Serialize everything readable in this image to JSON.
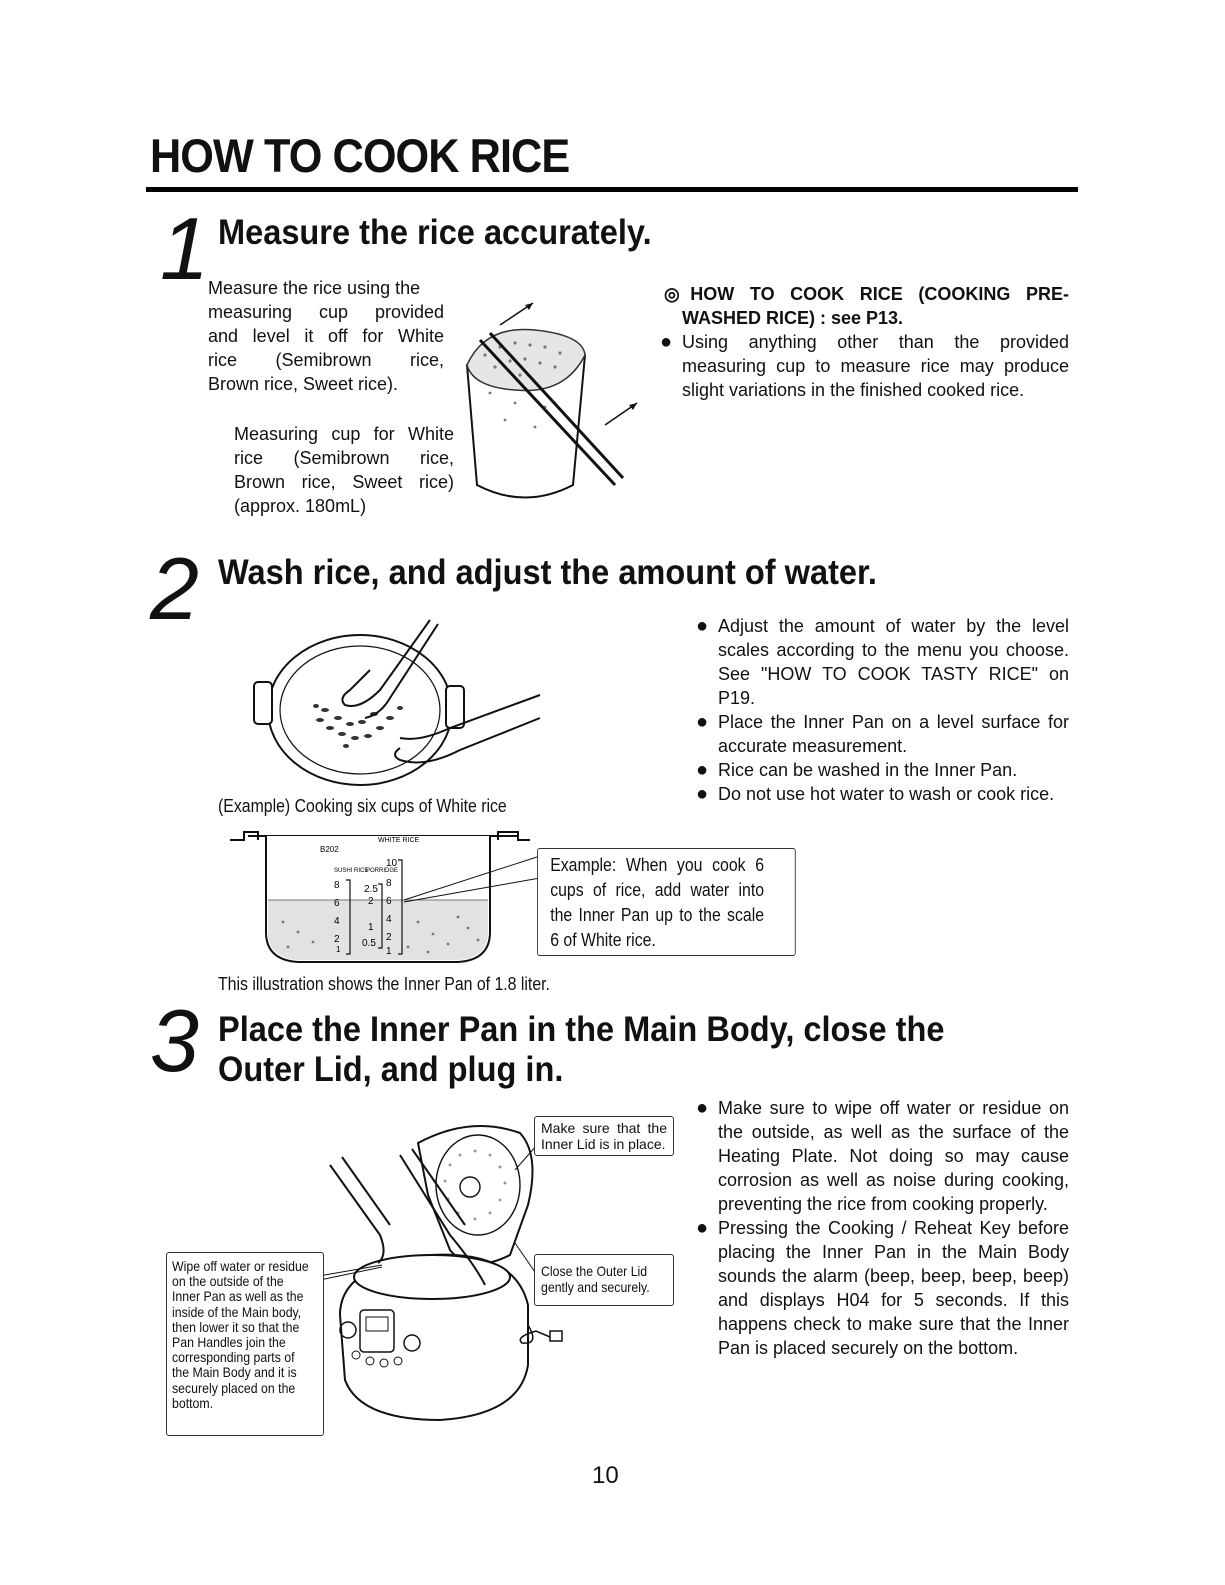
{
  "page_title": "HOW TO COOK RICE",
  "page_number": "10",
  "step1": {
    "number": "1",
    "heading": "Measure the rice accurately.",
    "text_lines": [
      "Measure the rice using the",
      "measuring cup provided",
      "and level it off for White",
      "rice (Semibrown rice,",
      "Brown rice, Sweet rice)."
    ],
    "cup_caption_lines": [
      "Measuring cup for White",
      "rice (Semibrown rice,",
      "Brown rice, Sweet rice)",
      "(approx. 180mL)"
    ],
    "note_title": "◎HOW TO COOK RICE (COOKING PRE-WASHED RICE) : see P13.",
    "note_bullet": "Using anything other than the provided measuring cup to measure rice may produce slight variations in the finished cooked rice."
  },
  "step2": {
    "number": "2",
    "heading": "Wash rice, and adjust the amount of water.",
    "bullets": [
      "Adjust the amount of water by the level scales according to the menu you choose. See \"HOW TO COOK TASTY RICE\" on P19.",
      "Place the Inner Pan on a level surface for accurate measurement.",
      "Rice can be washed in the Inner Pan.",
      "Do not use hot water to wash or cook rice."
    ],
    "example_caption": "(Example) Cooking six cups of White rice",
    "example_box": "Example: When you cook 6 cups of rice, add water into the Inner Pan up to the scale 6 of White rice.",
    "footnote": "This illustration shows the Inner Pan of 1.8 liter.",
    "pan_labels": {
      "model": "B202",
      "white_rice": "WHITE RICE",
      "sushi": "SUSHI RICE",
      "porridge": "PORRIDGE",
      "sushi_scale": [
        "8",
        "6",
        "4",
        "2",
        "1"
      ],
      "porridge_scale": [
        "2.5",
        "2",
        "1",
        "0.5"
      ],
      "white_scale": [
        "10",
        "8",
        "6",
        "4",
        "2",
        "1"
      ]
    }
  },
  "step3": {
    "number": "3",
    "heading_line1": "Place the Inner Pan in the Main Body, close the",
    "heading_line2": "Outer Lid, and plug in.",
    "bullets": [
      "Make sure to wipe off water or residue on the outside, as well as the surface of the Heating Plate. Not doing so may cause corrosion as well as noise during cooking, preventing the rice from cooking properly.",
      "Pressing the Cooking / Reheat Key before placing the Inner Pan in the Main Body sounds the alarm (beep, beep, beep, beep) and displays H04 for 5 seconds. If this happens check to make sure that the Inner Pan is placed securely on the bottom."
    ],
    "callout_inner_lid": "Make sure that the Inner Lid is in place.",
    "callout_outer_lid": "Close the Outer Lid gently and securely.",
    "callout_wipe": "Wipe off water or residue on the outside of the Inner Pan as well as the inside of the Main body, then lower it so that the Pan Handles join the corresponding parts of the Main Body and it is securely placed on the bottom."
  }
}
